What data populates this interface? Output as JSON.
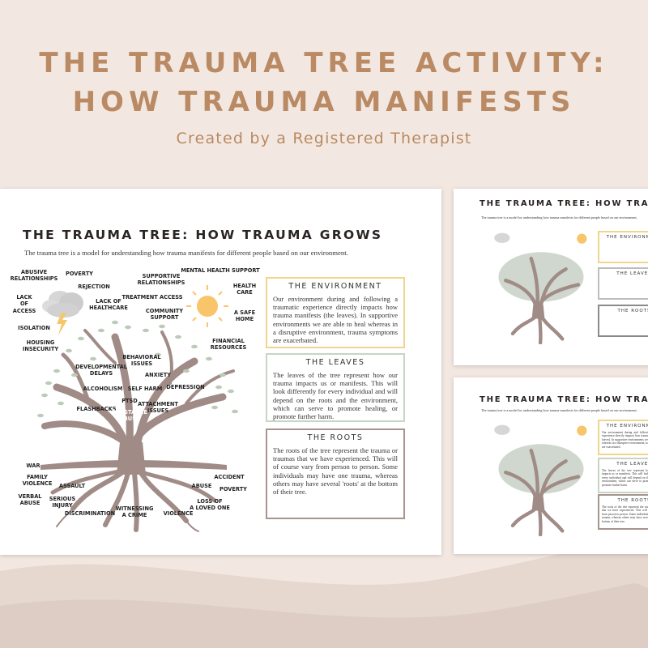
{
  "hero": {
    "title_line1": "THE TRAUMA TREE ACTIVITY:",
    "title_line2": "HOW TRAUMA MANIFESTS",
    "subtitle": "Created by a Registered Therapist"
  },
  "sheet": {
    "title": "THE TRAUMA TREE: HOW TRAUMA GROWS",
    "intro": "The trauma tree is a model for understanding how trauma manifests for different people based on our environment.",
    "environment_labels": {
      "abusive": "ABUSIVE\nRELATIONSHIPS",
      "poverty": "POVERTY",
      "rejection": "REJECTION",
      "lack_access": "LACK\nOF\nACCESS",
      "lack_healthcare": "LACK OF\nHEALTHCARE",
      "isolation": "ISOLATION",
      "housing": "HOUSING\nINSECURITY",
      "supportive": "SUPPORTIVE\nRELATIONSHIPS",
      "treatment": "TREATMENT ACCESS",
      "community": "COMMUNITY\nSUPPORT",
      "mental_health": "MENTAL HEALTH SUPPORT",
      "health_care": "HEALTH\nCARE",
      "safe_home": "A SAFE\nHOME",
      "financial": "FINANCIAL\nRESOURCES"
    },
    "leaf_labels": {
      "behavioral": "BEHAVIORAL\nISSUES",
      "developmental": "DEVELOPMENTAL\nDELAYS",
      "anxiety": "ANXIETY",
      "self_harm": "SELF HARM",
      "depression": "DEPRESSION",
      "alcoholism": "ALCOHOLISM",
      "ptsd": "PTSD",
      "attachment": "ATTACHMENT\nISSUES",
      "flashbacks": "FLASHBACKS",
      "substance": "SUBSTANCE\nABUSE"
    },
    "root_labels": {
      "war": "WAR",
      "family_violence": "FAMILY\nVIOLENCE",
      "assault": "ASSAULT",
      "verbal_abuse": "VERBAL\nABUSE",
      "serious_injury": "SERIOUS\nINJURY",
      "discrimination": "DISCRIMINATION",
      "witnessing": "WITNESSING\nA CRIME",
      "violence": "VIOLENCE",
      "loss": "LOSS OF\nA LOVED ONE",
      "abuse": "ABUSE",
      "accident": "ACCIDENT",
      "poverty": "POVERTY"
    },
    "boxes": {
      "environment": {
        "title": "THE ENVIRONMENT",
        "text": "Our environment during and following a traumatic experience directly impacts how trauma manifests (the leaves). In supportive environments we are able to heal whereas in a disruptive environment, trauma symptoms are exacerbated."
      },
      "leaves": {
        "title": "THE LEAVES",
        "text": "The leaves of the tree represent how our trauma impacts us or manifests. This will look differently for every individual and will depend on the roots and the environment, which can serve to promote healing, or promote further harm."
      },
      "roots": {
        "title": "THE ROOTS",
        "text": "The roots of the tree represent the trauma or traumas that we have experienced. This will of course vary from person to person. Some individuals may have one trauma, whereas others may have several 'roots' at the bottom of their tree."
      }
    }
  },
  "colors": {
    "background": "#f3e8e1",
    "accent_text": "#b98a63",
    "trunk": "#a08b86",
    "leaf": "#bccbb9",
    "sun": "#f9c56b",
    "environment_border": "#f0d58c",
    "leaves_border": "#c7d4c6",
    "roots_border": "#a8948f"
  }
}
